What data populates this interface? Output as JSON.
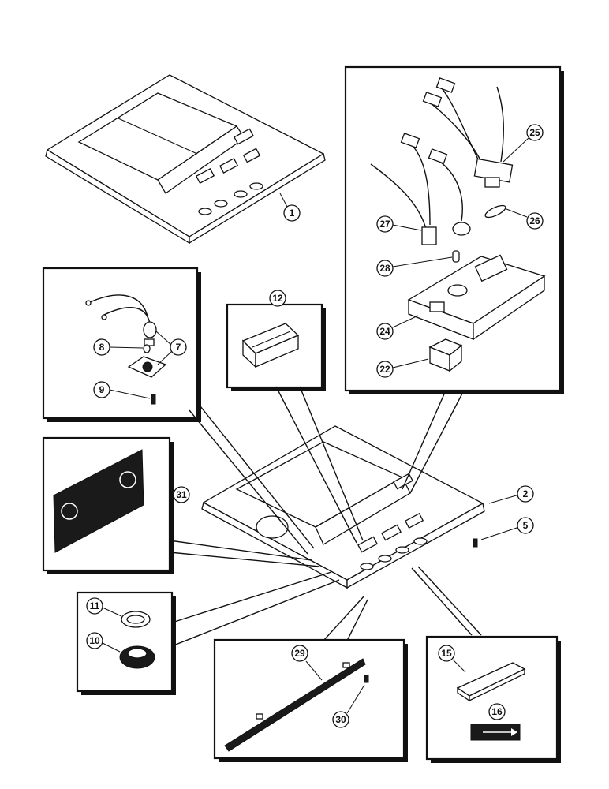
{
  "callouts": {
    "c1": "1",
    "c2": "2",
    "c5": "5",
    "c7": "7",
    "c8": "8",
    "c9": "9",
    "c10": "10",
    "c11": "11",
    "c12": "12",
    "c15": "15",
    "c16": "16",
    "c22": "22",
    "c24": "24",
    "c25": "25",
    "c26": "26",
    "c27": "27",
    "c28": "28",
    "c29": "29",
    "c30": "30",
    "c31": "31"
  },
  "colors": {
    "ink": "#111111",
    "paper": "#ffffff"
  }
}
